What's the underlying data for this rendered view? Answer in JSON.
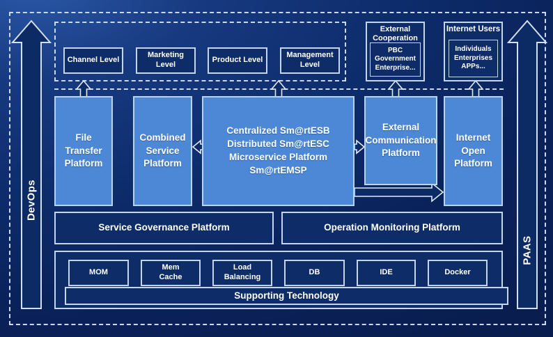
{
  "arrows": {
    "left_label": "DevOps",
    "right_label": "PAAS"
  },
  "levels_row": {
    "items": [
      "Channel Level",
      "Marketing Level",
      "Product Level",
      "Management Level"
    ]
  },
  "external_cooperation": {
    "title": "External Cooperation",
    "lines": [
      "PBC Government",
      "Enterprise..."
    ]
  },
  "internet_users": {
    "title": "Internet Users",
    "lines": [
      "Individuals",
      "Enterprises",
      "APPs..."
    ]
  },
  "platforms": {
    "file_transfer": "File Transfer Platform",
    "combined_service": "Combined Service Platform",
    "central": {
      "lines": [
        "Centralized Sm@rtESB",
        "Distributed Sm@rtESC",
        "Microservice Platform Sm@rtEMSP"
      ]
    },
    "external_communication": "External Communication Platform",
    "internet_open": "Internet Open Platform"
  },
  "governance": {
    "label": "Service Governance Platform"
  },
  "monitoring": {
    "label": "Operation Monitoring Platform"
  },
  "supporting": {
    "tech_items": [
      "MOM",
      "Mem Cache",
      "Load Balancing",
      "DB",
      "IDE",
      "Docker"
    ],
    "bar_label": "Supporting Technology"
  },
  "colors": {
    "background": "#0a2362",
    "box_light_fill": "#4c88d5",
    "box_dark_fill": "#0e2d68",
    "border_light": "#c3d6ee",
    "text": "#ffffff"
  }
}
